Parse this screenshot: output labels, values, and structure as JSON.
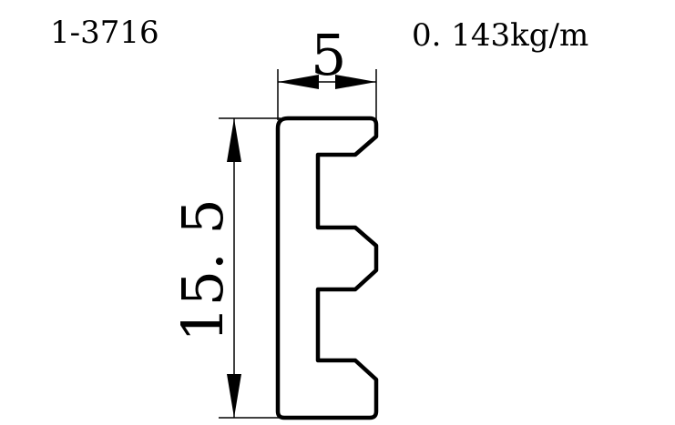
{
  "drawing": {
    "part_number": "1-3716",
    "weight": "0. 143kg/m",
    "width_dimension": "5",
    "height_dimension": "15. 5",
    "line_color": "#000000",
    "background_color": "#ffffff"
  }
}
